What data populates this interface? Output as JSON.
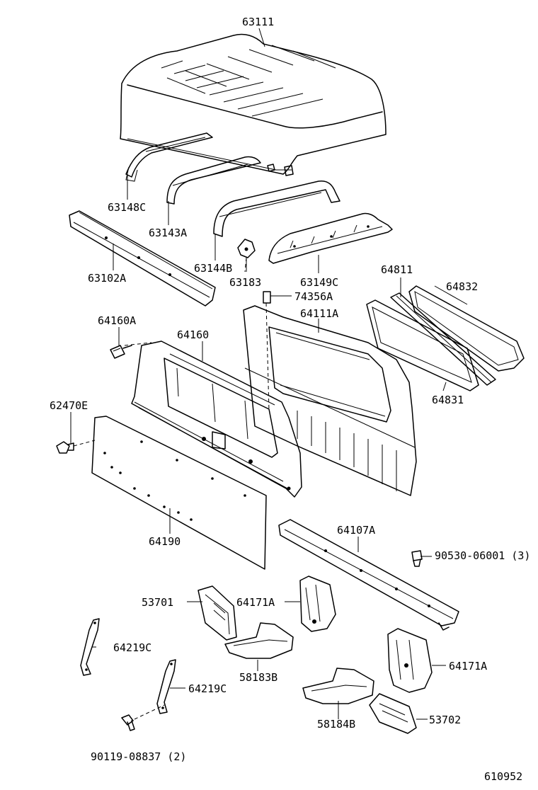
{
  "diagram": {
    "catalog_number": "610952",
    "labels": {
      "p63111": "63111",
      "p63148C": "63148C",
      "p63143A": "63143A",
      "p63144B": "63144B",
      "p63183": "63183",
      "p63149C": "63149C",
      "p63102A": "63102A",
      "p64811": "64811",
      "p64832": "64832",
      "p74356A": "74356A",
      "p64111A": "64111A",
      "p64160A": "64160A",
      "p64160": "64160",
      "p64831": "64831",
      "p62470E": "62470E",
      "p64190": "64190",
      "p64107A": "64107A",
      "p90530": "90530-06001 (3)",
      "p53701": "53701",
      "p64171A_1": "64171A",
      "p64219C_1": "64219C",
      "p58183B": "58183B",
      "p64171A_2": "64171A",
      "p64219C_2": "64219C",
      "p58184B": "58184B",
      "p53702": "53702",
      "p90119": "90119-08837 (2)"
    }
  }
}
